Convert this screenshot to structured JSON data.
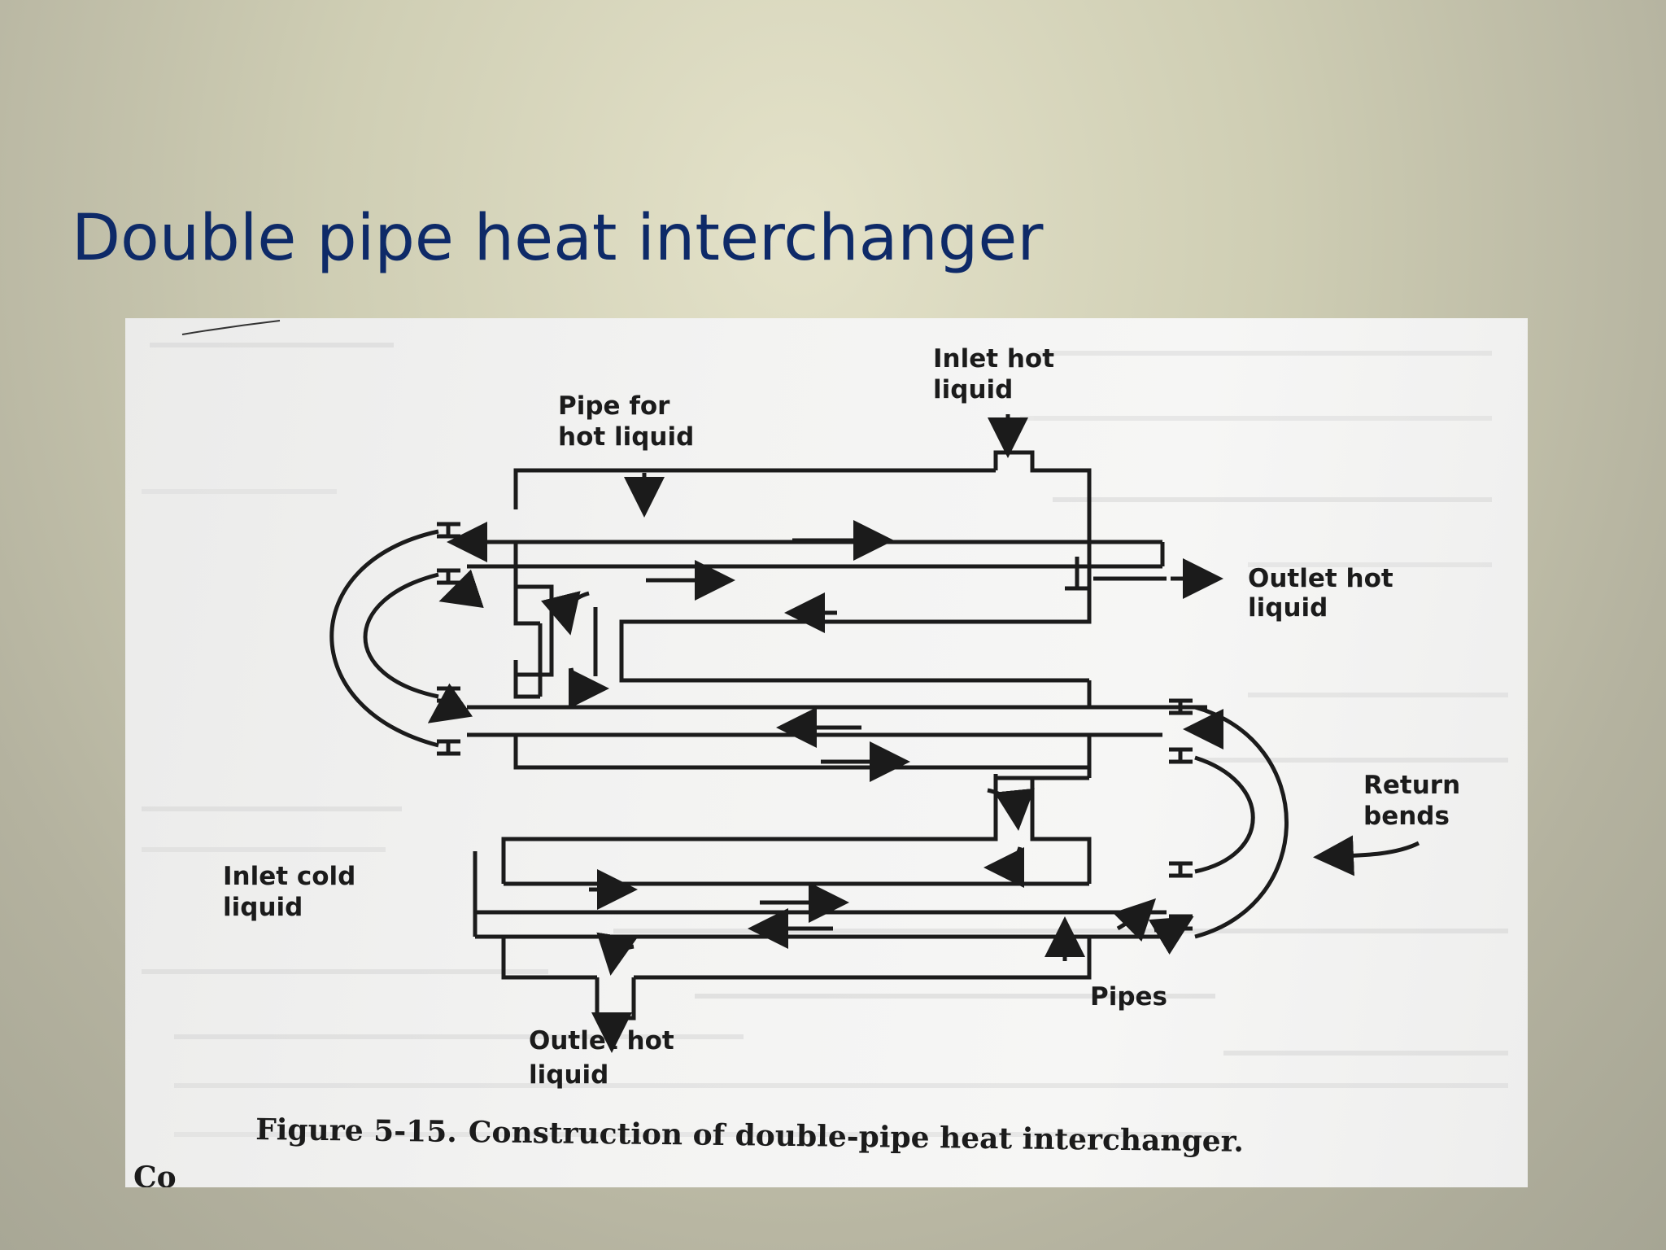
{
  "slide": {
    "title": "Double pipe heat interchanger"
  },
  "figure": {
    "labels": {
      "inlet_hot": [
        "Inlet hot",
        "liquid"
      ],
      "pipe_for_hot": [
        "Pipe for",
        "hot liquid"
      ],
      "outlet_hot_right": [
        "Outlet hot",
        "liquid"
      ],
      "return_bends": [
        "Return",
        "bends"
      ],
      "inlet_cold": [
        "Inlet cold",
        "liquid"
      ],
      "pipes": "Pipes",
      "outlet_hot_bottom": [
        "Outlet hot",
        "liquid"
      ]
    },
    "caption": {
      "number": "Figure 5-15.",
      "text": "Construction of double-pipe heat interchanger."
    },
    "colors": {
      "ink": "#1b1b1b",
      "paper": "#f3f3f2",
      "title": "#0e2a68"
    }
  }
}
